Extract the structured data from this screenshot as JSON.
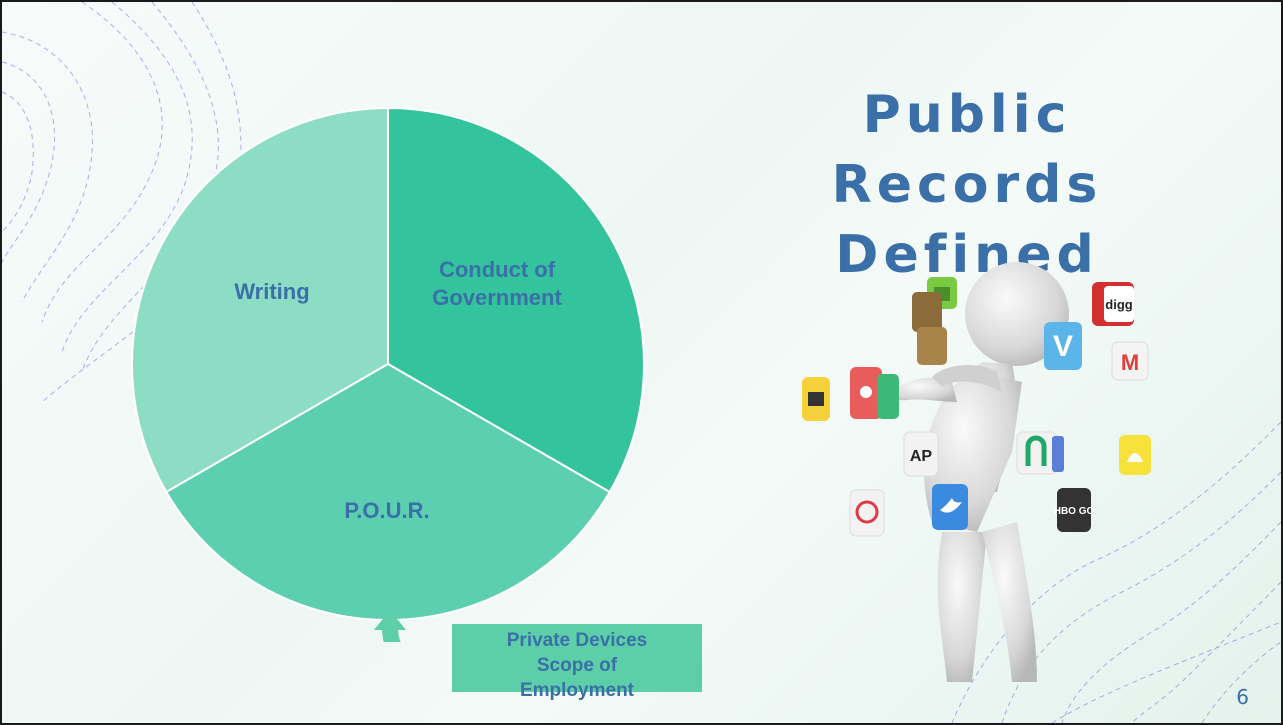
{
  "slide": {
    "title_lines": [
      "Public",
      "Records",
      "Defined"
    ],
    "page_number": "6"
  },
  "pie": {
    "segments": [
      {
        "label": "Writing",
        "color": "#8ddcc4"
      },
      {
        "label": "Conduct of Government",
        "color": "#33c49d"
      },
      {
        "label": "P.O.U.R.",
        "color": "#5ccfb0"
      }
    ]
  },
  "callout": {
    "lines": [
      "Private Devices",
      "Scope of",
      "Employment"
    ],
    "color": "#5ccfa8"
  },
  "illustration": {
    "app_icons": [
      {
        "name": "digg-icon",
        "text": "digg"
      },
      {
        "name": "vimeo-icon",
        "text": "V"
      },
      {
        "name": "gmail-icon",
        "text": "M"
      },
      {
        "name": "ap-icon",
        "text": "AP"
      },
      {
        "name": "hbo-go-icon",
        "text": "HBO GO"
      },
      {
        "name": "twitter-icon",
        "text": ""
      },
      {
        "name": "pinterest-icon",
        "text": ""
      },
      {
        "name": "snapchat-icon",
        "text": ""
      },
      {
        "name": "vine-icon",
        "text": ""
      },
      {
        "name": "evernote-icon",
        "text": ""
      }
    ]
  }
}
